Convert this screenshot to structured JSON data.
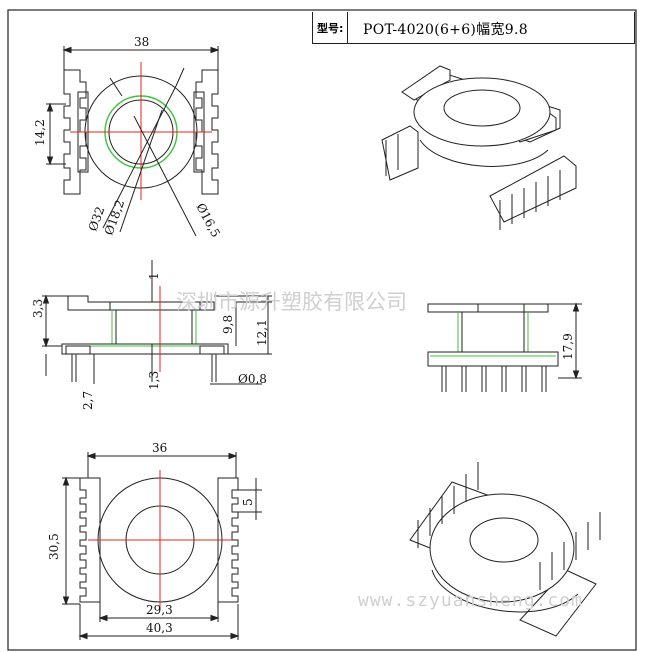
{
  "header": {
    "label": "型号:",
    "title": "POT-4020(6+6)幅宽9.8"
  },
  "watermark": {
    "company": "深圳市源升塑胶有限公司",
    "url": "www.szyuansheng.com"
  },
  "dimensions": {
    "top_width": "38",
    "top_height": "14,2",
    "d_outer": "Ø32",
    "d_inner": "Ø18,2",
    "d_core": "Ø16,5",
    "side_flange": "3,3",
    "side_top": "1",
    "side_winding": "9,8",
    "side_total": "12,1",
    "side_bottom": "1,3",
    "pin_length": "2,7",
    "pin_diameter": "Ø0,8",
    "side_height": "17,9",
    "bottom_width": "36",
    "bottom_height": "30,5",
    "pin_pitch": "5",
    "row_spacing": "29,3",
    "overall_width": "40,3"
  },
  "colors": {
    "line": "#222222",
    "center_line": "#e8231f",
    "winding": "#3cc23c",
    "watermark": "#cfcfcf"
  }
}
